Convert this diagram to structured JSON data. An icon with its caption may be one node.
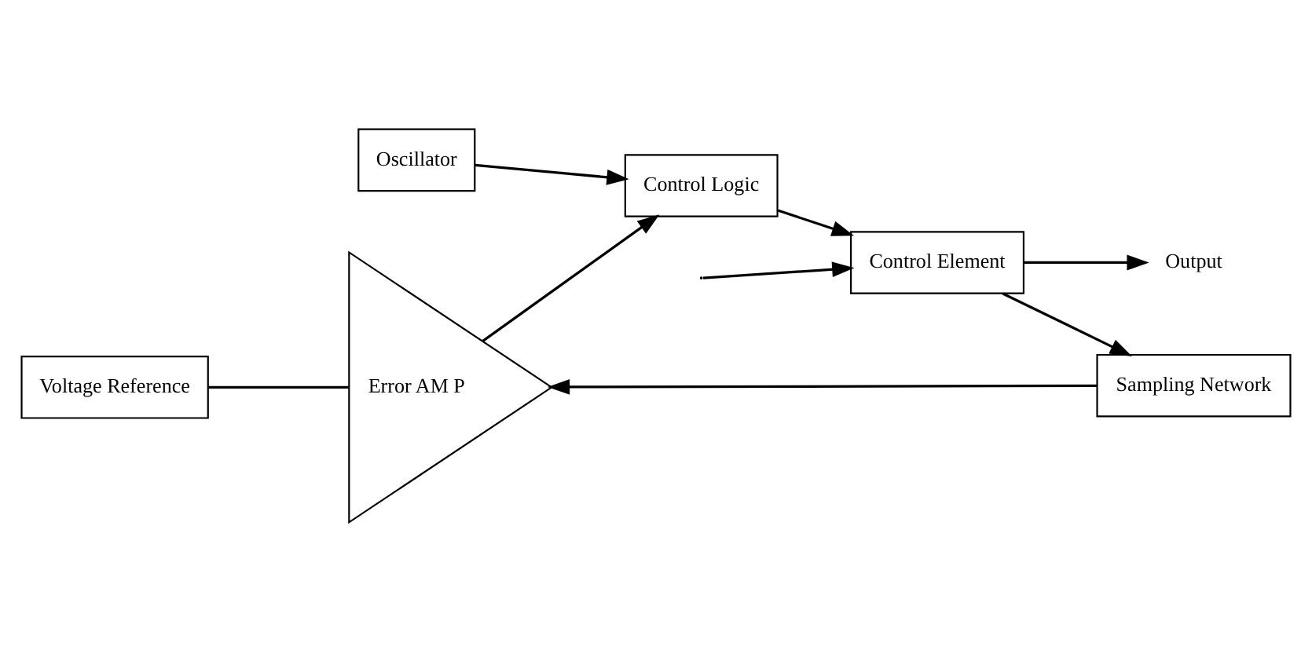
{
  "diagram": {
    "nodes": [
      {
        "text": [
          "Voltage Reference"
        ]
      },
      {
        "text": [
          "Error AM P"
        ]
      },
      {
        "text": [
          "Control Logic"
        ]
      },
      {
        "text": [
          "Oscillator"
        ]
      },
      {
        "text": [
          "Control Element"
        ]
      },
      {
        "text": [
          "Sampling Network"
        ]
      },
      {
        "text": [
          "Output"
        ]
      }
    ],
    "edges": [
      {
        "from": null,
        "to": 4,
        "arrow": "to"
      },
      {
        "from": 0,
        "to": 1,
        "arrow": "none"
      },
      {
        "from": 5,
        "to": 1,
        "arrow": "to"
      },
      {
        "from": 1,
        "to": 2,
        "arrow": "to"
      },
      {
        "from": 3,
        "to": 2,
        "arrow": "to"
      },
      {
        "from": 2,
        "to": 4,
        "arrow": "to"
      },
      {
        "from": 4,
        "to": 6,
        "arrow": "to"
      },
      {
        "from": 4,
        "to": 5,
        "arrow": "to"
      }
    ]
  }
}
